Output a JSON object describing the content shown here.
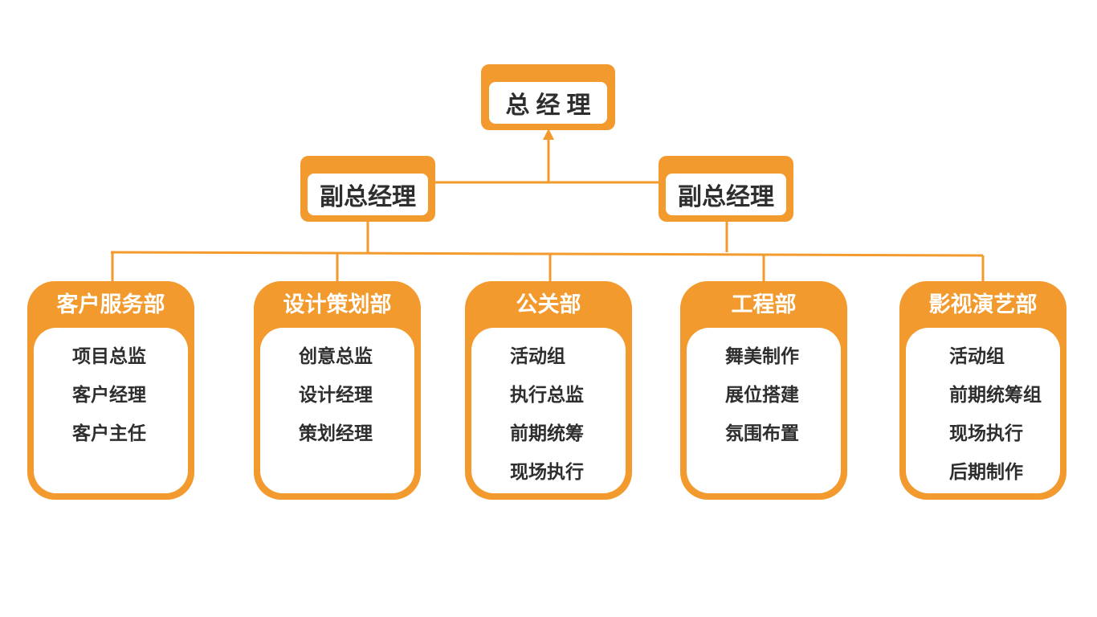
{
  "top": {
    "title": "总经理"
  },
  "deputies": [
    {
      "title": "副总经理"
    },
    {
      "title": "副总经理"
    }
  ],
  "departments": [
    {
      "name": "客户服务部",
      "roles": [
        "项目总监",
        "客户经理",
        "客户主任"
      ]
    },
    {
      "name": "设计策划部",
      "roles": [
        "创意总监",
        "设计经理",
        "策划经理"
      ]
    },
    {
      "name": "公关部",
      "roles": [
        "活动组",
        "执行总监",
        "前期统筹",
        "现场执行"
      ]
    },
    {
      "name": "工程部",
      "roles": [
        "舞美制作",
        "展位搭建",
        "氛围布置"
      ]
    },
    {
      "name": "影视演艺部",
      "roles": [
        "活动组",
        "前期统筹组",
        "现场执行",
        "后期制作"
      ]
    }
  ],
  "colors": {
    "accent": "#f39a2e",
    "text": "#2e2e2e",
    "background": "#ffffff"
  }
}
